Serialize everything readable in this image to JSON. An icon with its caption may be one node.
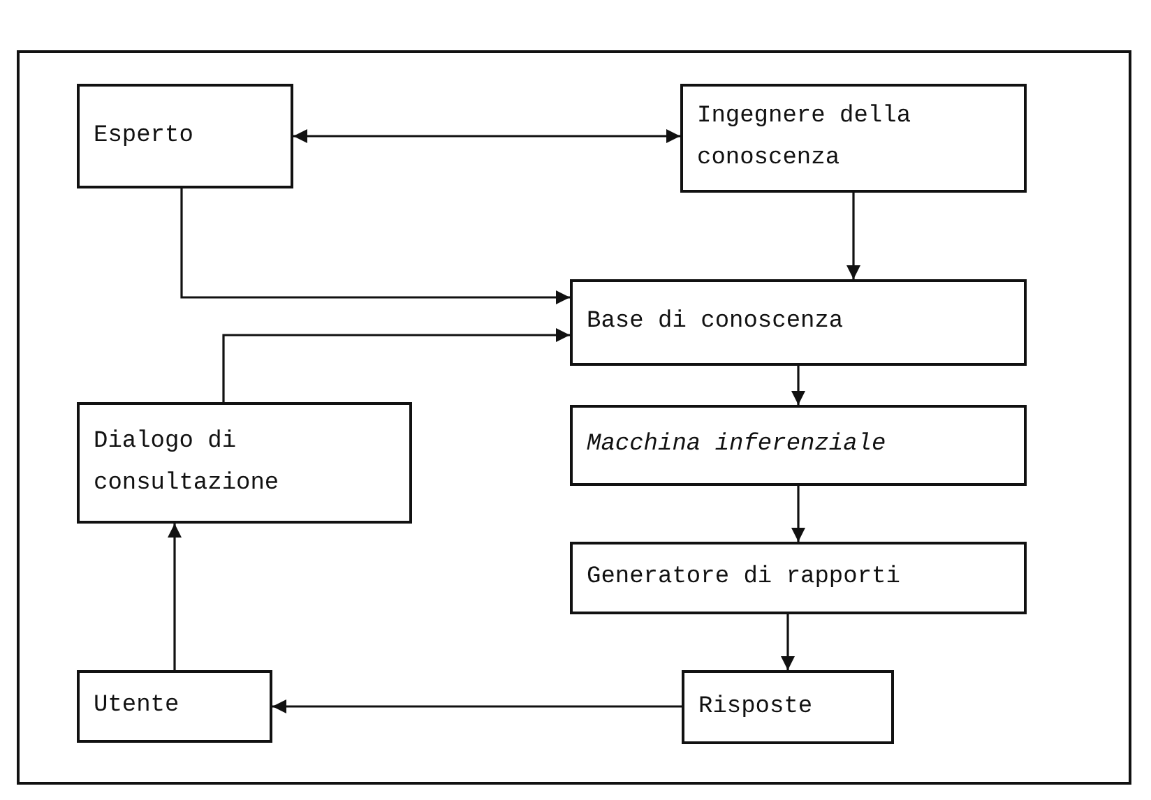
{
  "diagram": {
    "nodes": [
      {
        "text": [
          "Esperto"
        ]
      },
      {
        "text": [
          "Ingegnere della conoscenza"
        ]
      },
      {
        "text": [
          "Base di conoscenza"
        ]
      },
      {
        "text": [
          "Dialogo di consultazione"
        ]
      },
      {
        "text": [
          "Macchina inferenziale"
        ]
      },
      {
        "text": [
          "Generatore di rapporti"
        ]
      },
      {
        "text": [
          "Utente"
        ]
      },
      {
        "text": [
          "Risposte"
        ]
      }
    ],
    "edges": [
      {
        "from": 0,
        "to": 1,
        "arrow": "both"
      },
      {
        "from": 1,
        "to": 2,
        "arrow": "to"
      },
      {
        "from": 0,
        "to": 2,
        "arrow": "to"
      },
      {
        "from": 3,
        "to": 2,
        "arrow": "to"
      },
      {
        "from": 2,
        "to": 4,
        "arrow": "to"
      },
      {
        "from": 4,
        "to": 5,
        "arrow": "to"
      },
      {
        "from": 5,
        "to": 7,
        "arrow": "to"
      },
      {
        "from": 7,
        "to": 6,
        "arrow": "to"
      },
      {
        "from": 6,
        "to": 3,
        "arrow": "to"
      }
    ]
  }
}
